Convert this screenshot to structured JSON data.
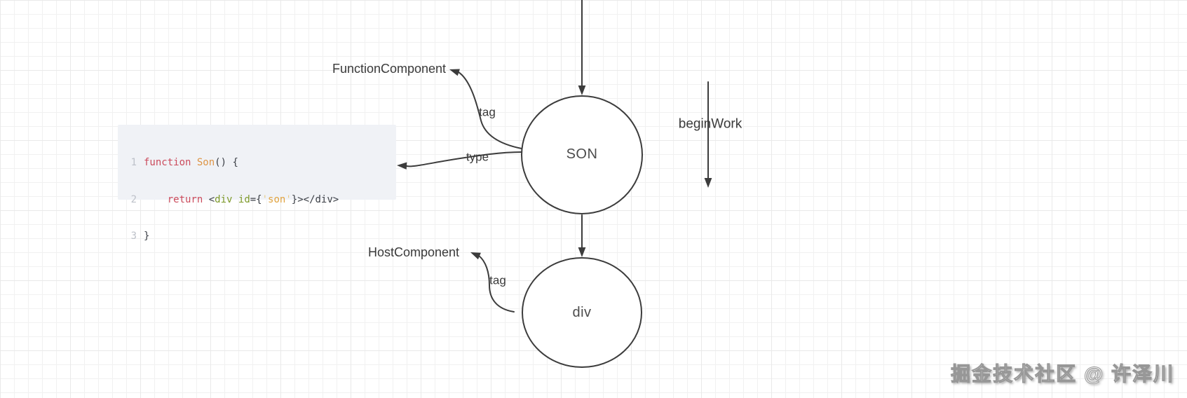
{
  "diagram": {
    "nodes": [
      {
        "id": "son",
        "label": "SON"
      },
      {
        "id": "div",
        "label": "div"
      }
    ],
    "labels": {
      "function_component": "FunctionComponent",
      "host_component": "HostComponent",
      "begin_work": "beginWork",
      "tag_top": "tag",
      "tag_bottom": "tag",
      "type": "type"
    },
    "colors": {
      "line": "#3c3c3c",
      "node_fill": "#ffffff",
      "grid_line": "#f1f1f1",
      "code_background": "#f0f2f6"
    }
  },
  "code": {
    "lines": [
      {
        "num": "1",
        "segments": [
          {
            "t": "function",
            "c": "kw"
          },
          {
            "t": " ",
            "c": "pun"
          },
          {
            "t": "Son",
            "c": "fn"
          },
          {
            "t": "() {",
            "c": "pun"
          }
        ]
      },
      {
        "num": "2",
        "segments": [
          {
            "t": "    ",
            "c": "pun"
          },
          {
            "t": "return",
            "c": "kw"
          },
          {
            "t": " <",
            "c": "pun"
          },
          {
            "t": "div",
            "c": "tag"
          },
          {
            "t": " ",
            "c": "pun"
          },
          {
            "t": "id",
            "c": "tag"
          },
          {
            "t": "={",
            "c": "pun"
          },
          {
            "t": "'",
            "c": "qt"
          },
          {
            "t": "son",
            "c": "str"
          },
          {
            "t": "'",
            "c": "qt"
          },
          {
            "t": "}></div>",
            "c": "pun"
          }
        ]
      },
      {
        "num": "3",
        "segments": [
          {
            "t": "}",
            "c": "pun"
          }
        ]
      }
    ]
  },
  "watermark": {
    "text": "掘金技术社区 @ 许泽川"
  }
}
